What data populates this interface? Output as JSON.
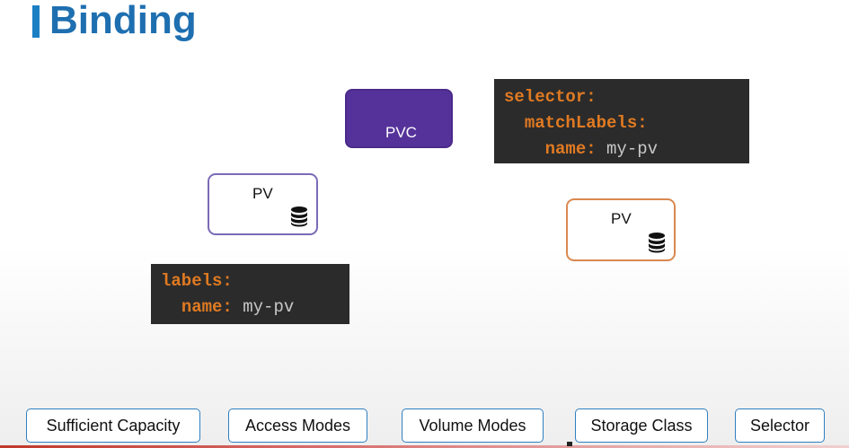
{
  "slide": {
    "title": "Binding"
  },
  "diagram": {
    "pvc_label": "PVC",
    "pv_left_label": "PV",
    "pv_right_label": "PV",
    "selector_code": {
      "line1_key": "selector:",
      "line2_key": "matchLabels:",
      "line3_key": "name:",
      "line3_value": "my-pv"
    },
    "labels_code": {
      "line1_key": "labels:",
      "line2_key": "name:",
      "line2_value": "my-pv"
    },
    "icons": [
      "database-icon"
    ],
    "colors": {
      "title": "#1e6fb0",
      "pvc_fill": "#55329a",
      "pv_left_border": "#7b6bb7",
      "pv_right_border": "#d98850",
      "code_bg": "#2b2b2b",
      "code_key": "#e07a22"
    }
  },
  "criteria": [
    "Sufficient Capacity",
    "Access Modes",
    "Volume Modes",
    "Storage Class",
    "Selector"
  ]
}
